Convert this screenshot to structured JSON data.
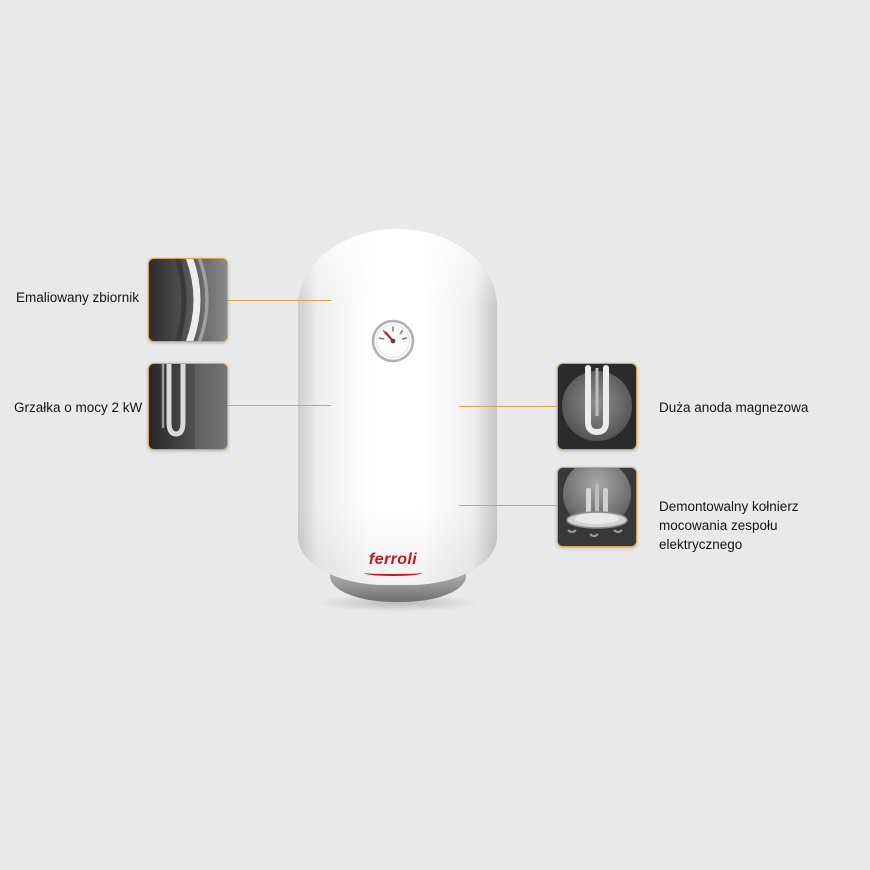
{
  "brand": {
    "logo_text": "ferroli",
    "logo_color": "#c41425"
  },
  "colors": {
    "background": "#e9e9e9",
    "accent": "#dfa04e",
    "label_text": "#151515"
  },
  "callouts": [
    {
      "id": "tank",
      "label": "Emaliowany zbiornik",
      "side": "left"
    },
    {
      "id": "heater",
      "label": "Grzałka o mocy 2 kW",
      "side": "left"
    },
    {
      "id": "anode",
      "label": "Duża anoda magnezowa",
      "side": "right"
    },
    {
      "id": "flange",
      "label": "Demontowalny kołnierz mocowania zespołu elektrycznego",
      "side": "right"
    }
  ]
}
